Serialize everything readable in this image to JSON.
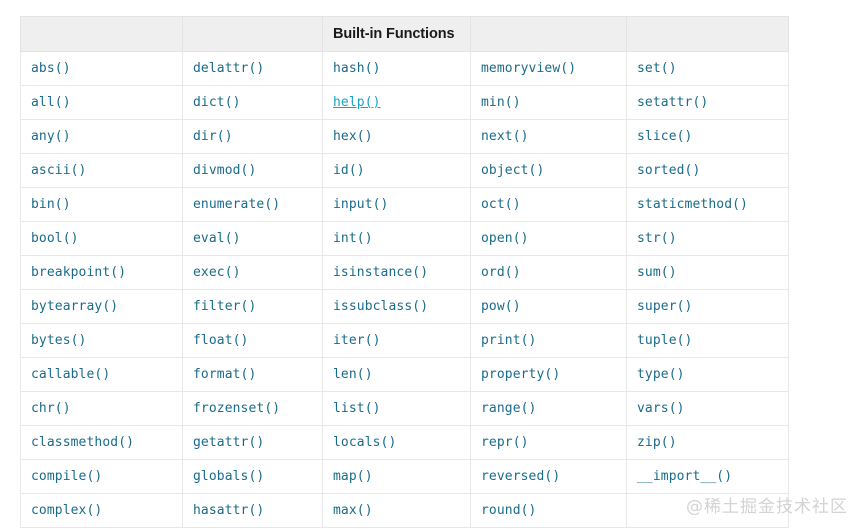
{
  "table": {
    "header": {
      "cells": [
        "",
        "",
        "Built-in Functions",
        "",
        ""
      ],
      "title_column_index": 2,
      "background": "#efefef",
      "text_color": "#1a1a1a"
    },
    "columns": 5,
    "cell_text_color": "#1a6b8a",
    "link_color": "#17a2c4",
    "border_color": "#e8e8e8",
    "rows": [
      [
        "abs()",
        "delattr()",
        "hash()",
        "memoryview()",
        "set()"
      ],
      [
        "all()",
        "dict()",
        "help()",
        "min()",
        "setattr()"
      ],
      [
        "any()",
        "dir()",
        "hex()",
        "next()",
        "slice()"
      ],
      [
        "ascii()",
        "divmod()",
        "id()",
        "object()",
        "sorted()"
      ],
      [
        "bin()",
        "enumerate()",
        "input()",
        "oct()",
        "staticmethod()"
      ],
      [
        "bool()",
        "eval()",
        "int()",
        "open()",
        "str()"
      ],
      [
        "breakpoint()",
        "exec()",
        "isinstance()",
        "ord()",
        "sum()"
      ],
      [
        "bytearray()",
        "filter()",
        "issubclass()",
        "pow()",
        "super()"
      ],
      [
        "bytes()",
        "float()",
        "iter()",
        "print()",
        "tuple()"
      ],
      [
        "callable()",
        "format()",
        "len()",
        "property()",
        "type()"
      ],
      [
        "chr()",
        "frozenset()",
        "list()",
        "range()",
        "vars()"
      ],
      [
        "classmethod()",
        "getattr()",
        "locals()",
        "repr()",
        "zip()"
      ],
      [
        "compile()",
        "globals()",
        "map()",
        "reversed()",
        "__import__()"
      ],
      [
        "complex()",
        "hasattr()",
        "max()",
        "round()",
        ""
      ]
    ],
    "links": [
      {
        "row": 1,
        "col": 2,
        "text": "help()"
      }
    ]
  },
  "watermark": {
    "text": "@稀土掘金技术社区",
    "color": "#d3d3d3"
  }
}
